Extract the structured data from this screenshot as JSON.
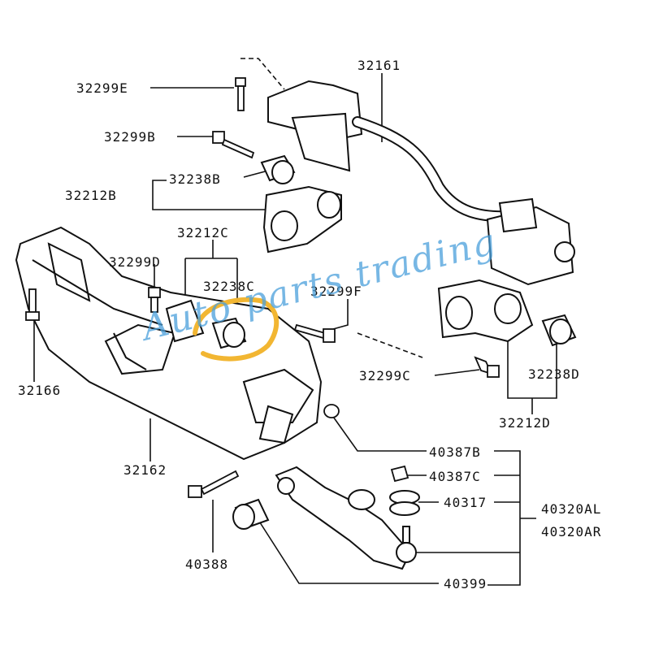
{
  "parts": {
    "p32161": "32161",
    "p32299E": "32299E",
    "p32299B": "32299B",
    "p32238B": "32238B",
    "p32212B": "32212B",
    "p32212C": "32212C",
    "p32299D": "32299D",
    "p32238C": "32238C",
    "p32299F": "32299F",
    "p32166": "32166",
    "p32299C": "32299C",
    "p32238D": "32238D",
    "p32212D": "32212D",
    "p32162": "32162",
    "p40387B": "40387B",
    "p40387C": "40387C",
    "p40317": "40317",
    "p40320AL": "40320AL",
    "p40320AR": "40320AR",
    "p40388": "40388",
    "p40399": "40399"
  },
  "watermark": "Auto parts trading",
  "colors": {
    "highlight": "#f2b632",
    "watermark": "#4aa0dc",
    "line": "#111111"
  }
}
